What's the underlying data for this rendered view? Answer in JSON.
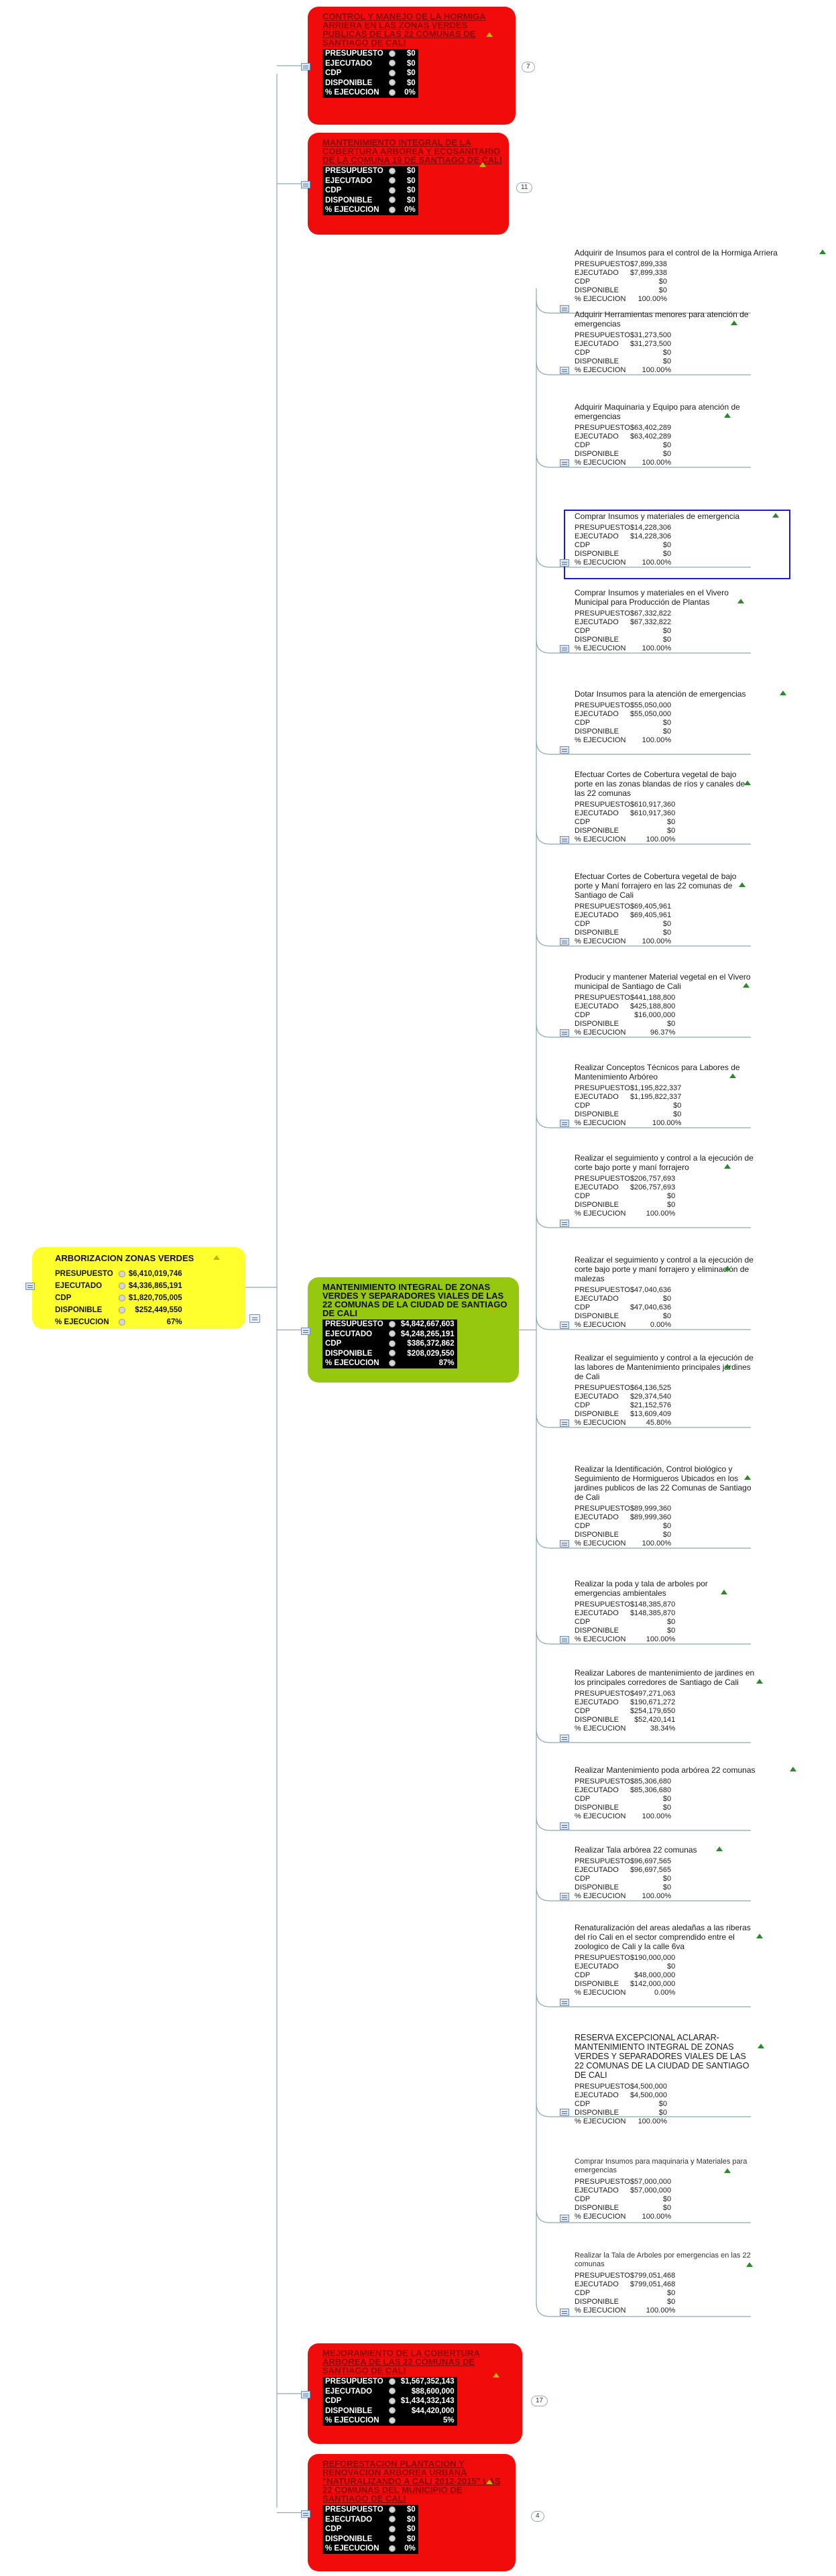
{
  "root": {
    "title": "ARBORIZACION ZONAS VERDES",
    "rows": [
      {
        "label": "PRESUPUESTO",
        "value": "$6,410,019,746"
      },
      {
        "label": "EJECUTADO",
        "value": "$4,336,865,191"
      },
      {
        "label": "CDP",
        "value": "$1,820,705,005"
      },
      {
        "label": "DISPONIBLE",
        "value": "$252,449,550"
      },
      {
        "label": "% EJECUCION",
        "value": "67%"
      }
    ]
  },
  "branches": [
    {
      "title": "CONTROL Y MANEJO DE LA HORMIGA ARRIERA EN LAS ZONAS VERDES PUBLICAS DE LAS 22 COMUNAS DE SANTIAGO DE CALI",
      "color": "#f20b0b",
      "count": "7",
      "rows": [
        {
          "label": "PRESUPUESTO",
          "value": "$0"
        },
        {
          "label": "EJECUTADO",
          "value": "$0"
        },
        {
          "label": "CDP",
          "value": "$0"
        },
        {
          "label": "DISPONIBLE",
          "value": "$0"
        },
        {
          "label": "% EJECUCION",
          "value": "0%"
        }
      ]
    },
    {
      "title": "MANTENIMIENTO INTEGRAL DE LA COBERTURA ARBOREA Y ECOSANITARIO DE LA COMUNA 19 DE SANTIAGO DE CALI",
      "color": "#f20b0b",
      "count": "11",
      "rows": [
        {
          "label": "PRESUPUESTO",
          "value": "$0"
        },
        {
          "label": "EJECUTADO",
          "value": "$0"
        },
        {
          "label": "CDP",
          "value": "$0"
        },
        {
          "label": "DISPONIBLE",
          "value": "$0"
        },
        {
          "label": "% EJECUCION",
          "value": "0%"
        }
      ]
    },
    {
      "title": "MANTENIMIENTO INTEGRAL DE ZONAS VERDES Y SEPARADORES VIALES DE LAS 22 COMUNAS DE LA CIUDAD DE SANTIAGO DE CALI",
      "color": "#96c80f",
      "rows": [
        {
          "label": "PRESUPUESTO",
          "value": "$4,842,667,603"
        },
        {
          "label": "EJECUTADO",
          "value": "$4,248,265,191"
        },
        {
          "label": "CDP",
          "value": "$386,372,862"
        },
        {
          "label": "DISPONIBLE",
          "value": "$208,029,550"
        },
        {
          "label": "% EJECUCION",
          "value": "87%"
        }
      ]
    },
    {
      "title": "MEJORAMIENTO DE LA COBERTURA ARBOREA DE LAS 22 COMUNAS DE SANTIAGO DE CALI",
      "color": "#f20b0b",
      "count": "17",
      "rows": [
        {
          "label": "PRESUPUESTO",
          "value": "$1,567,352,143"
        },
        {
          "label": "EJECUTADO",
          "value": "$88,600,000"
        },
        {
          "label": "CDP",
          "value": "$1,434,332,143"
        },
        {
          "label": "DISPONIBLE",
          "value": "$44,420,000"
        },
        {
          "label": "% EJECUCION",
          "value": "5%"
        }
      ]
    },
    {
      "title": "REFORESTACION PLANTACION Y RENOVACION ARBOREA URBANA \"NATURALIZANDO A CALI 2012-2015\" LAS 22 COMUNAS DEL MUNICIPIO DE SANTIAGO DE CALI",
      "color": "#f20b0b",
      "count": "4",
      "rows": [
        {
          "label": "PRESUPUESTO",
          "value": "$0"
        },
        {
          "label": "EJECUTADO",
          "value": "$0"
        },
        {
          "label": "CDP",
          "value": "$0"
        },
        {
          "label": "DISPONIBLE",
          "value": "$0"
        },
        {
          "label": "% EJECUCION",
          "value": "0%"
        }
      ]
    }
  ],
  "leaves": [
    {
      "title": "Adquirir de Insumos para el control de la Hormiga Arriera",
      "rows": [
        [
          "PRESUPUESTO",
          "$7,899,338"
        ],
        [
          "EJECUTADO",
          "$7,899,338"
        ],
        [
          "CDP",
          "$0"
        ],
        [
          "DISPONIBLE",
          "$0"
        ],
        [
          "% EJECUCION",
          "100.00%"
        ]
      ]
    },
    {
      "title": "Adquirir Herramientas menores para atención de emergencias",
      "rows": [
        [
          "PRESUPUESTO",
          "$31,273,500"
        ],
        [
          "EJECUTADO",
          "$31,273,500"
        ],
        [
          "CDP",
          "$0"
        ],
        [
          "DISPONIBLE",
          "$0"
        ],
        [
          "% EJECUCION",
          "100.00%"
        ]
      ]
    },
    {
      "title": "Adquirir Maquinaria y Equipo para atención de emergencias",
      "rows": [
        [
          "PRESUPUESTO",
          "$63,402,289"
        ],
        [
          "EJECUTADO",
          "$63,402,289"
        ],
        [
          "CDP",
          "$0"
        ],
        [
          "DISPONIBLE",
          "$0"
        ],
        [
          "% EJECUCION",
          "100.00%"
        ]
      ]
    },
    {
      "title": "Comprar Insumos y materiales de emergencia",
      "rows": [
        [
          "PRESUPUESTO",
          "$14,228,306"
        ],
        [
          "EJECUTADO",
          "$14,228,306"
        ],
        [
          "CDP",
          "$0"
        ],
        [
          "DISPONIBLE",
          "$0"
        ],
        [
          "% EJECUCION",
          "100.00%"
        ]
      ]
    },
    {
      "title": "Comprar Insumos y materiales en el Vivero Municipal para Producción de Plantas",
      "rows": [
        [
          "PRESUPUESTO",
          "$67,332,822"
        ],
        [
          "EJECUTADO",
          "$67,332,822"
        ],
        [
          "CDP",
          "$0"
        ],
        [
          "DISPONIBLE",
          "$0"
        ],
        [
          "% EJECUCION",
          "100.00%"
        ]
      ]
    },
    {
      "title": "Dotar Insumos para la atención de emergencias",
      "rows": [
        [
          "PRESUPUESTO",
          "$55,050,000"
        ],
        [
          "EJECUTADO",
          "$55,050,000"
        ],
        [
          "CDP",
          "$0"
        ],
        [
          "DISPONIBLE",
          "$0"
        ],
        [
          "% EJECUCION",
          "100.00%"
        ]
      ]
    },
    {
      "title": "Efectuar Cortes de Cobertura vegetal de bajo porte en las zonas blandas de ríos y canales de las 22 comunas",
      "rows": [
        [
          "PRESUPUESTO",
          "$610,917,360"
        ],
        [
          "EJECUTADO",
          "$610,917,360"
        ],
        [
          "CDP",
          "$0"
        ],
        [
          "DISPONIBLE",
          "$0"
        ],
        [
          "% EJECUCION",
          "100.00%"
        ]
      ]
    },
    {
      "title": "Efectuar Cortes de Cobertura vegetal de bajo porte y Maní forrajero en las 22 comunas de Santiago de Cali",
      "rows": [
        [
          "PRESUPUESTO",
          "$69,405,961"
        ],
        [
          "EJECUTADO",
          "$69,405,961"
        ],
        [
          "CDP",
          "$0"
        ],
        [
          "DISPONIBLE",
          "$0"
        ],
        [
          "% EJECUCION",
          "100.00%"
        ]
      ]
    },
    {
      "title": "Producir y mantener Material vegetal en el Vivero municipal de Santiago de Cali",
      "rows": [
        [
          "PRESUPUESTO",
          "$441,188,800"
        ],
        [
          "EJECUTADO",
          "$425,188,800"
        ],
        [
          "CDP",
          "$16,000,000"
        ],
        [
          "DISPONIBLE",
          "$0"
        ],
        [
          "% EJECUCION",
          "96.37%"
        ]
      ]
    },
    {
      "title": "Realizar Conceptos Técnicos para Labores de Mantenimiento Arbóreo",
      "rows": [
        [
          "PRESUPUESTO",
          "$1,195,822,337"
        ],
        [
          "EJECUTADO",
          "$1,195,822,337"
        ],
        [
          "CDP",
          "$0"
        ],
        [
          "DISPONIBLE",
          "$0"
        ],
        [
          "% EJECUCION",
          "100.00%"
        ]
      ]
    },
    {
      "title": "Realizar el seguimiento y control a la ejecución de corte bajo porte y maní forrajero",
      "rows": [
        [
          "PRESUPUESTO",
          "$206,757,693"
        ],
        [
          "EJECUTADO",
          "$206,757,693"
        ],
        [
          "CDP",
          "$0"
        ],
        [
          "DISPONIBLE",
          "$0"
        ],
        [
          "% EJECUCION",
          "100.00%"
        ]
      ]
    },
    {
      "title": "Realizar el seguimiento y control a la ejecución de corte bajo porte y maní forrajero y eliminación de malezas",
      "rows": [
        [
          "PRESUPUESTO",
          "$47,040,636"
        ],
        [
          "EJECUTADO",
          "$0"
        ],
        [
          "CDP",
          "$47,040,636"
        ],
        [
          "DISPONIBLE",
          "$0"
        ],
        [
          "% EJECUCION",
          "0.00%"
        ]
      ]
    },
    {
      "title": "Realizar el seguimiento y control a la ejecución de las labores de Mantenimiento principales jardines de Cali",
      "rows": [
        [
          "PRESUPUESTO",
          "$64,136,525"
        ],
        [
          "EJECUTADO",
          "$29,374,540"
        ],
        [
          "CDP",
          "$21,152,576"
        ],
        [
          "DISPONIBLE",
          "$13,609,409"
        ],
        [
          "% EJECUCION",
          "45.80%"
        ]
      ]
    },
    {
      "title": "Realizar la Identificación, Control biológico y Seguimiento de Hormigueros Ubicados en los jardines publicos de las 22 Comunas de Santiago de Cali",
      "rows": [
        [
          "PRESUPUESTO",
          "$89,999,360"
        ],
        [
          "EJECUTADO",
          "$89,999,360"
        ],
        [
          "CDP",
          "$0"
        ],
        [
          "DISPONIBLE",
          "$0"
        ],
        [
          "% EJECUCION",
          "100.00%"
        ]
      ]
    },
    {
      "title": "Realizar la poda y tala de arboles por emergencias ambientales",
      "rows": [
        [
          "PRESUPUESTO",
          "$148,385,870"
        ],
        [
          "EJECUTADO",
          "$148,385,870"
        ],
        [
          "CDP",
          "$0"
        ],
        [
          "DISPONIBLE",
          "$0"
        ],
        [
          "% EJECUCION",
          "100.00%"
        ]
      ]
    },
    {
      "title": "Realizar Labores de mantenimiento de jardines en los principales corredores de Santiago de Cali",
      "rows": [
        [
          "PRESUPUESTO",
          "$497,271,063"
        ],
        [
          "EJECUTADO",
          "$190,671,272"
        ],
        [
          "CDP",
          "$254,179,650"
        ],
        [
          "DISPONIBLE",
          "$52,420,141"
        ],
        [
          "% EJECUCION",
          "38.34%"
        ]
      ]
    },
    {
      "title": "Realizar Mantenimiento poda arbórea 22 comunas",
      "rows": [
        [
          "PRESUPUESTO",
          "$85,306,680"
        ],
        [
          "EJECUTADO",
          "$85,306,680"
        ],
        [
          "CDP",
          "$0"
        ],
        [
          "DISPONIBLE",
          "$0"
        ],
        [
          "% EJECUCION",
          "100.00%"
        ]
      ]
    },
    {
      "title": "Realizar Tala arbórea 22 comunas",
      "rows": [
        [
          "PRESUPUESTO",
          "$96,697,565"
        ],
        [
          "EJECUTADO",
          "$96,697,565"
        ],
        [
          "CDP",
          "$0"
        ],
        [
          "DISPONIBLE",
          "$0"
        ],
        [
          "% EJECUCION",
          "100.00%"
        ]
      ]
    },
    {
      "title": "Renaturalización del areas aledañas a las riberas del río Cali en el sector comprendido entre el zoologico de Cali y la calle 6va",
      "rows": [
        [
          "PRESUPUESTO",
          "$190,000,000"
        ],
        [
          "EJECUTADO",
          "$0"
        ],
        [
          "CDP",
          "$48,000,000"
        ],
        [
          "DISPONIBLE",
          "$142,000,000"
        ],
        [
          "% EJECUCION",
          "0.00%"
        ]
      ]
    },
    {
      "title": "RESERVA EXCEPCIONAL ACLARAR-MANTENIMIENTO INTEGRAL DE ZONAS VERDES Y SEPARADORES VIALES DE LAS 22 COMUNAS DE LA CIUDAD DE SANTIAGO DE CALI",
      "rows": [
        [
          "PRESUPUESTO",
          "$4,500,000"
        ],
        [
          "EJECUTADO",
          "$4,500,000"
        ],
        [
          "CDP",
          "$0"
        ],
        [
          "DISPONIBLE",
          "$0"
        ],
        [
          "% EJECUCION",
          "100.00%"
        ]
      ]
    },
    {
      "title": "Comprar Insumos para maquinaria y Materiales para emergencias",
      "rows": [
        [
          "PRESUPUESTO",
          "$57,000,000"
        ],
        [
          "EJECUTADO",
          "$57,000,000"
        ],
        [
          "CDP",
          "$0"
        ],
        [
          "DISPONIBLE",
          "$0"
        ],
        [
          "% EJECUCION",
          "100.00%"
        ]
      ]
    },
    {
      "title": "Realizar la Tala de Arboles por emergencias en las 22 comunas",
      "rows": [
        [
          "PRESUPUESTO",
          "$799,051,468"
        ],
        [
          "EJECUTADO",
          "$799,051,468"
        ],
        [
          "CDP",
          "$0"
        ],
        [
          "DISPONIBLE",
          "$0"
        ],
        [
          "% EJECUCION",
          "100.00%"
        ]
      ]
    }
  ]
}
